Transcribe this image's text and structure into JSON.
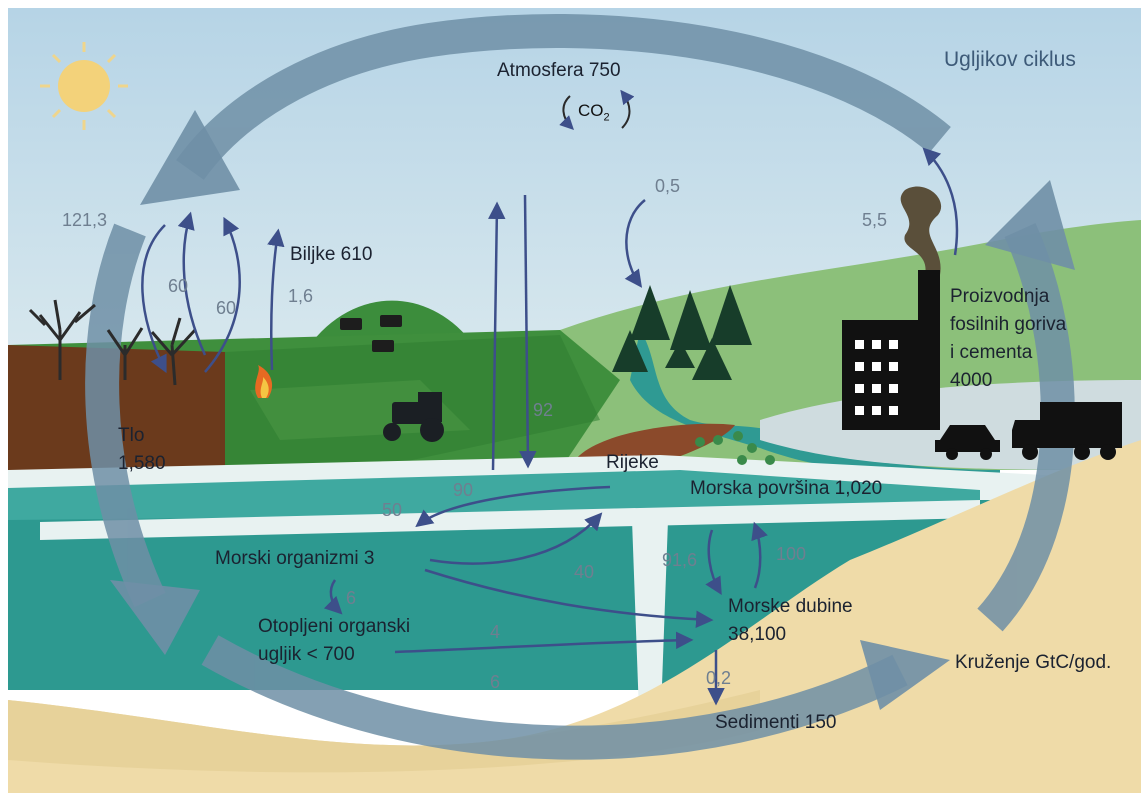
{
  "title": "Ugljikov ciklus",
  "reservoirs": {
    "atmosphere": "Atmosfera 750",
    "co2_main": "CO",
    "co2_sub": "2",
    "plants": "Biljke 610",
    "soil_line1": "Tlo",
    "soil_line2": "1,580",
    "fossil_line1": "Proizvodnja",
    "fossil_line2": "fosilnih goriva",
    "fossil_line3": "i cementa",
    "fossil_line4": "4000",
    "rivers": "Rijeke",
    "sea_surface": "Morska površina 1,020",
    "marine_organisms": "Morski organizmi 3",
    "dissolved_line1": "Otopljeni organski",
    "dissolved_line2": "ugljik < 700",
    "deep_sea_line1": "Morske dubine",
    "deep_sea_line2": "38,100",
    "sediments": "Sedimenti 150",
    "legend": "Kruženje GtC/god."
  },
  "flows": {
    "f_121": "121,3",
    "f_60a": "60",
    "f_60b": "60",
    "f_16": "1,6",
    "f_05": "0,5",
    "f_55": "5,5",
    "f_92": "92",
    "f_90": "90",
    "f_50": "50",
    "f_40": "40",
    "f_916": "91,6",
    "f_100": "100",
    "f_6a": "6",
    "f_4": "4",
    "f_6b": "6",
    "f_02": "0,2"
  },
  "colors": {
    "sky": "#c3dcea",
    "grass": "#3f8a3a",
    "soil": "#6e3b1e",
    "ocean": "#2e9a93",
    "sand": "#efdba8",
    "arrow": "#3d4f8a",
    "cycle_arrow": "#6f8fa6"
  }
}
